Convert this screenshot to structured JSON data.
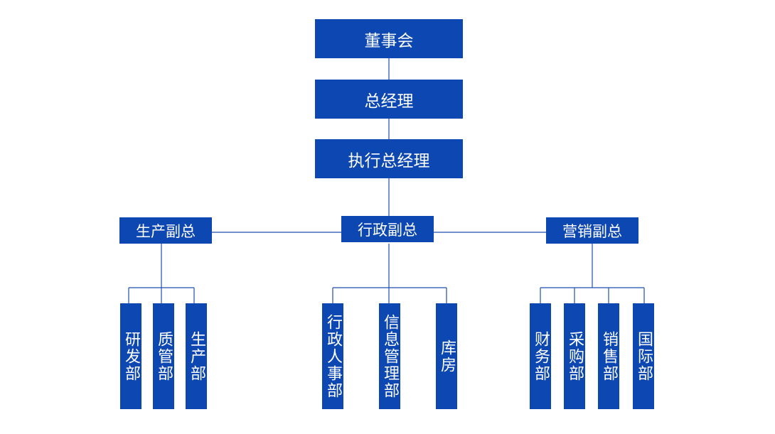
{
  "colors": {
    "box": "#0d47b1",
    "line": "#1e4fae",
    "text": "#ffffff"
  },
  "board": "董事会",
  "gm": "总经理",
  "exec_gm": "执行总经理",
  "vps": {
    "production": {
      "title": "生产副总",
      "depts": [
        "研发部",
        "质管部",
        "生产部"
      ]
    },
    "admin": {
      "title": "行政副总",
      "depts": [
        "行政人事部",
        "信息管理部",
        "库房"
      ]
    },
    "sales": {
      "title": "营销副总",
      "depts": [
        "财务部",
        "采购部",
        "销售部",
        "国际部"
      ]
    }
  }
}
